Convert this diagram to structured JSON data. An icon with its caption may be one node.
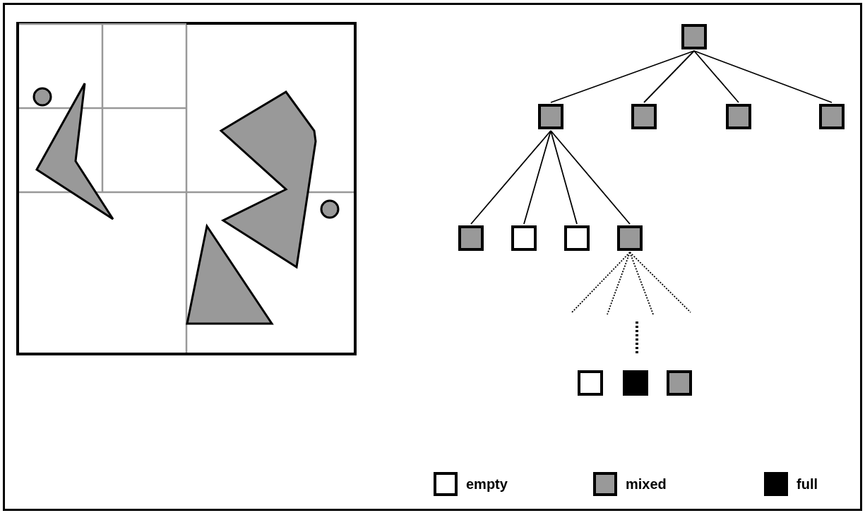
{
  "diagram": {
    "nodes": [
      {
        "text": [],
        "shape": "box"
      },
      {
        "text": [],
        "shape": "box"
      },
      {
        "text": [],
        "shape": "box"
      },
      {
        "text": [],
        "shape": "box"
      },
      {
        "text": [],
        "shape": "box"
      },
      {
        "text": [],
        "shape": "box"
      },
      {
        "text": [],
        "shape": "box"
      },
      {
        "text": [],
        "shape": "box"
      },
      {
        "text": [],
        "shape": "box"
      },
      {
        "text": [],
        "shape": "box"
      },
      {
        "text": [],
        "shape": "box"
      },
      {
        "text": [],
        "shape": "box"
      }
    ],
    "edges": [
      {
        "from": 0,
        "to": 1,
        "arrow": "none"
      },
      {
        "from": 0,
        "to": 2,
        "arrow": "none"
      },
      {
        "from": 0,
        "to": 3,
        "arrow": "none"
      },
      {
        "from": 0,
        "to": 4,
        "arrow": "none"
      },
      {
        "from": 1,
        "to": 5,
        "arrow": "none"
      },
      {
        "from": 1,
        "to": 6,
        "arrow": "none"
      },
      {
        "from": 1,
        "to": 7,
        "arrow": "none"
      },
      {
        "from": 1,
        "to": 8,
        "arrow": "none"
      },
      {
        "from": 8,
        "to": null,
        "arrow": "none",
        "style": "dashed"
      },
      {
        "from": 8,
        "to": null,
        "arrow": "none",
        "style": "dashed"
      },
      {
        "from": 8,
        "to": null,
        "arrow": "none",
        "style": "dashed"
      },
      {
        "from": 8,
        "to": null,
        "arrow": "none",
        "style": "dashed"
      }
    ],
    "legend": [
      {
        "text": "empty",
        "color": "#ffffff"
      },
      {
        "text": "mixed",
        "color": "#999999"
      },
      {
        "text": "full",
        "color": "#000000"
      }
    ]
  }
}
